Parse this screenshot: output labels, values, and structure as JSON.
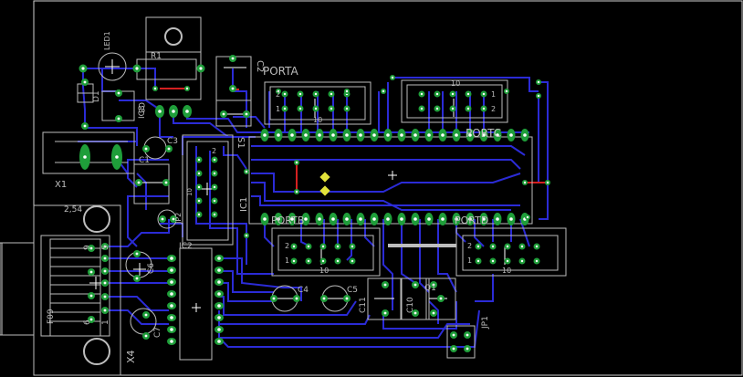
{
  "colors": {
    "background": "#000000",
    "outline": "#cfcfcf",
    "silk": "#bdbdbd",
    "trace": "#2b2bd6",
    "pad": "#1f9e3a",
    "pad_hole": "#ffffff",
    "red_wire": "#d42020",
    "yellow_via": "#e2e23a",
    "white_cross": "#ffffff"
  },
  "labels": {
    "led1": "LED1",
    "r1": "R1",
    "d1": "D1",
    "c8": "C8",
    "ic3": "IC3",
    "c2": "C2",
    "porta": "PORTA",
    "portc": "PORTC",
    "portb": "PORTB",
    "portd": "PORTD",
    "c3": "C3",
    "c1": "C1",
    "x1": "X1",
    "s1": "S1",
    "ic1": "IC1",
    "jp2": "JP2",
    "ic2": "IC2",
    "c4": "C4",
    "c5": "C5",
    "c6": "C6",
    "c7": "C7",
    "c9": "C9",
    "c10": "C10",
    "c11": "C11",
    "q1": "Q1",
    "jp1": "JP1",
    "x4": "X4",
    "f09": "F09",
    "pitch": "2,54",
    "n9": "9",
    "n5": "5",
    "n6": "6",
    "n1": "1",
    "pin1": "1",
    "pin2": "2",
    "pin10": "10"
  }
}
